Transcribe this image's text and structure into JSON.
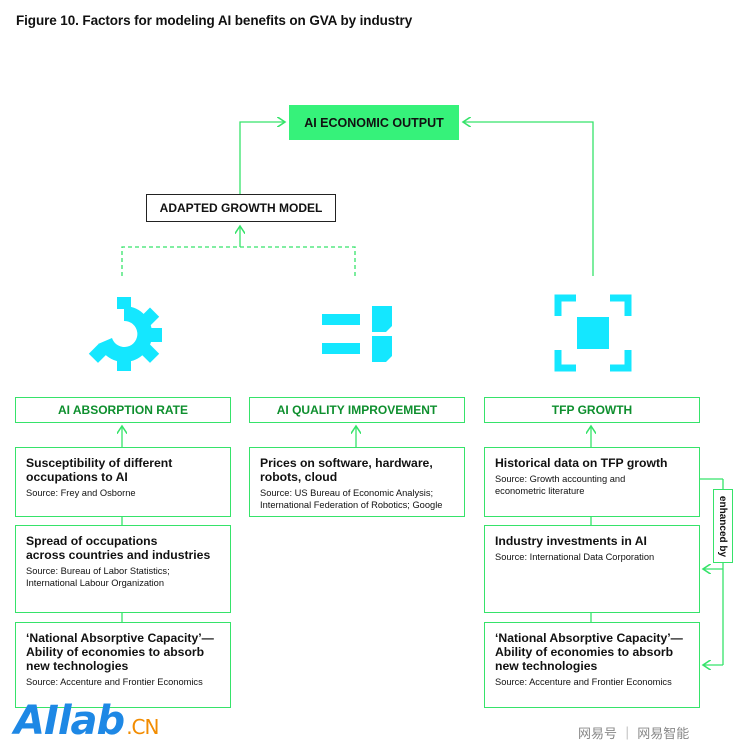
{
  "title": "Figure 10. Factors for modeling AI benefits on GVA by industry",
  "output_label": "AI ECONOMIC OUTPUT",
  "model_label": "ADAPTED GROWTH MODEL",
  "columns": [
    {
      "header": "AI ABSORPTION RATE",
      "icon": "gear-icon",
      "items": [
        {
          "heading": "Susceptibility of different\noccupations to AI",
          "source": "Source: Frey and Osborne"
        },
        {
          "heading": "Spread of occupations\nacross countries and industries",
          "source": "Source: Bureau of Labor Statistics;\nInternational Labour Organization"
        },
        {
          "heading": "‘National Absorptive Capacity’—\nAbility of economies to absorb\nnew technologies",
          "source": "Source: Accenture and Frontier Economics"
        }
      ]
    },
    {
      "header": "AI QUALITY IMPROVEMENT",
      "icon": "equals-shapes-icon",
      "items": [
        {
          "heading": "Prices on software, hardware,\nrobots, cloud",
          "source": "Source: US Bureau of Economic Analysis;\nInternational Federation of Robotics; Google"
        }
      ]
    },
    {
      "header": "TFP GROWTH",
      "icon": "focus-frame-icon",
      "items": [
        {
          "heading": "Historical data on TFP growth",
          "source": "Source: Growth accounting and\neconometric literature"
        },
        {
          "heading": "Industry investments in AI",
          "source": "Source: International Data Corporation"
        },
        {
          "heading": "‘National Absorptive Capacity’—\nAbility of economies to absorb\nnew technologies",
          "source": "Source: Accenture and Frontier Economics"
        }
      ]
    }
  ],
  "enhanced_label": "enhanced by",
  "watermark_logo": "AIlab",
  "watermark_logo_suffix": ".CN",
  "watermark_text": "网易号 ｜ 网易智能",
  "colors": {
    "accent": "#36f27a",
    "line": "#36e36a",
    "icon": "#14e7ff",
    "header_text": "#0e8f2e"
  }
}
